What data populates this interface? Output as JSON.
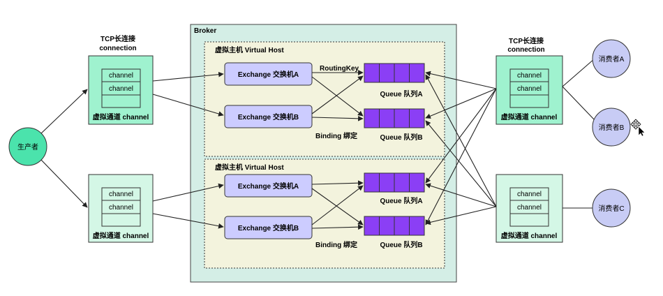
{
  "broker_label": "Broker",
  "vhost_label": "虚拟主机 Virtual Host",
  "exchange_a": "Exchange 交换机A",
  "exchange_b": "Exchange 交换机B",
  "queue_a": "Queue 队列A",
  "queue_b": "Queue 队列B",
  "routing_key": "RoutingKey",
  "binding": "Binding 绑定",
  "tcp_line1": "TCP长连接",
  "tcp_line2": "connection",
  "channel": "channel",
  "virtual_channel": "虚拟通道 channel",
  "producer": "生产者",
  "consumer_a": "消费者A",
  "consumer_b": "消费者B",
  "consumer_c": "消费者C",
  "colors": {
    "connection_fill_dark": "#9ff2cf",
    "connection_fill_light": "#d4f7e6",
    "broker_fill": "#d4eee6",
    "vhost_fill": "#f3f3dd",
    "exchange_fill": "#ccccff",
    "queue_fill": "#8b3ff5",
    "producer_fill": "#4be3ac",
    "consumer_fill": "#c8ccf5"
  }
}
